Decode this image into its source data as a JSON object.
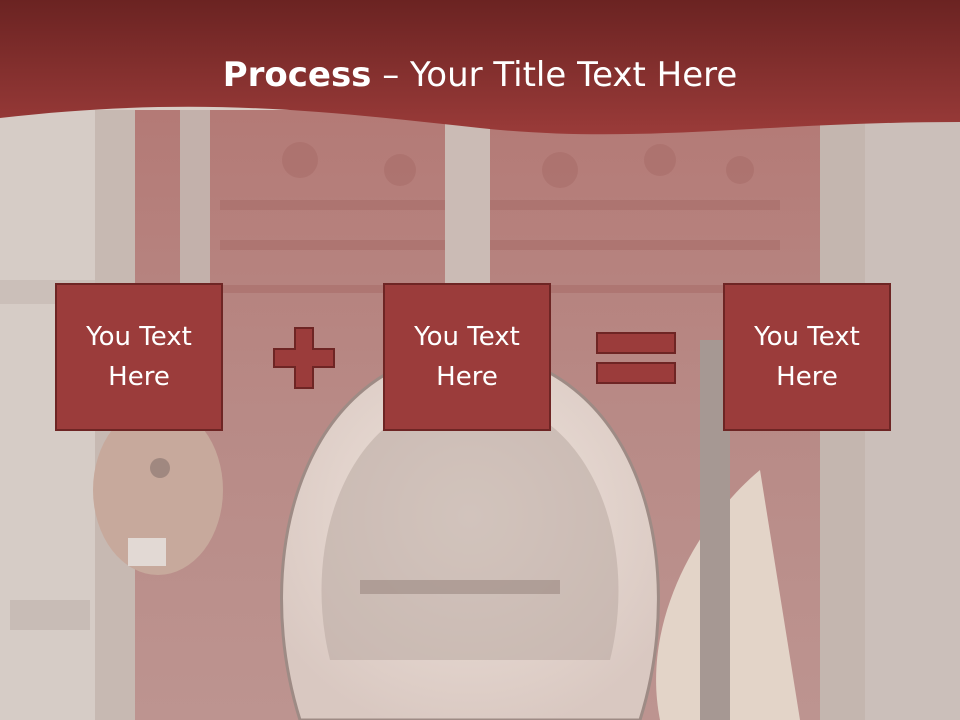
{
  "slide": {
    "title_bold": "Process",
    "title_rest": " – Your Title Text Here"
  },
  "boxes": [
    {
      "text": "You Text Here"
    },
    {
      "text": "You Text Here"
    },
    {
      "text": "You Text Here"
    }
  ],
  "operators": [
    "plus-sign",
    "equals-sign"
  ],
  "colors": {
    "header": "#8e2e2e",
    "box_fill": "#9b3c3b",
    "box_border": "#6e2524",
    "operator_fill": "#9b3c3b",
    "text": "#ffffff"
  },
  "background": {
    "image": "bouzouki-instruments-photo"
  }
}
